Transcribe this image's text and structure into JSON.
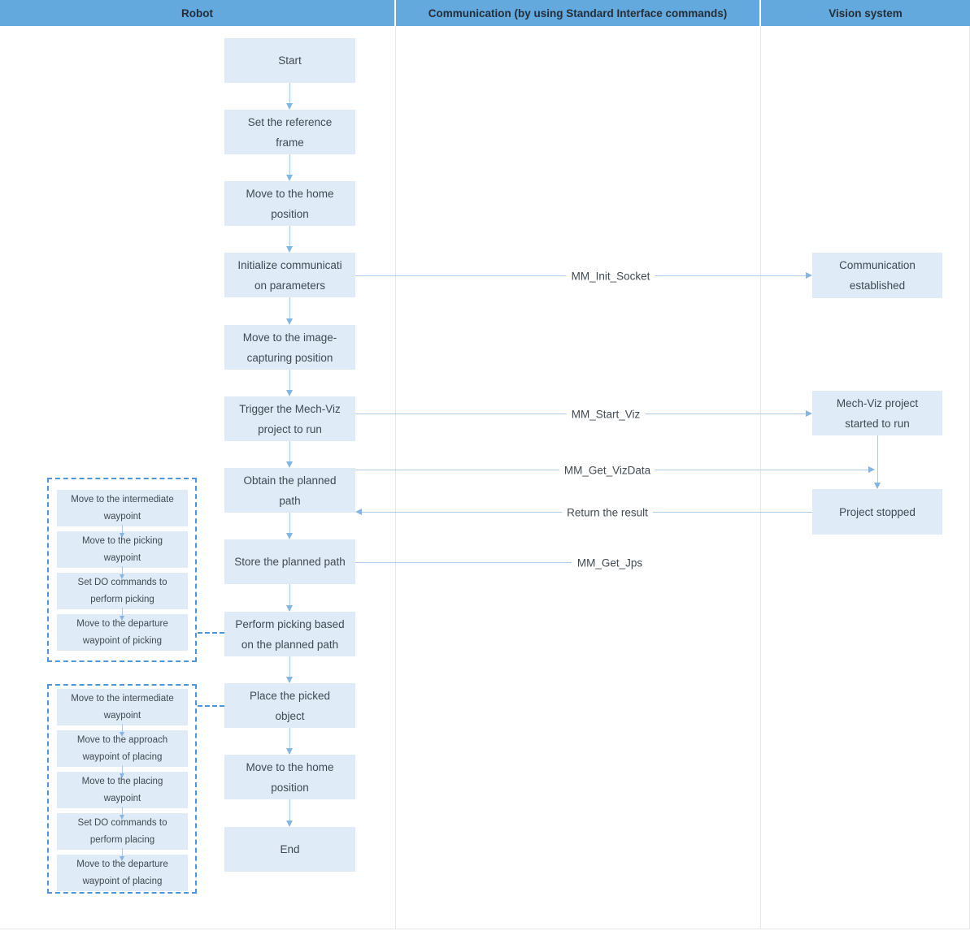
{
  "colors": {
    "header_bg": "#63A9DE",
    "header_text": "#252E38",
    "node_bg": "#DFEBF7",
    "node_text": "#404A52",
    "arrow": "#A9CBE8",
    "arrowhead": "#85B6E2",
    "dashed": "#4E96D6",
    "divider": "#E7E7E7"
  },
  "header": {
    "columns": [
      "Robot",
      "Communication (by using Standard Interface commands)",
      "Vision system"
    ]
  },
  "robot_flow": [
    {
      "lines": [
        "Start"
      ]
    },
    {
      "lines": [
        "Set the reference",
        "frame"
      ]
    },
    {
      "lines": [
        "Move to the home",
        "position"
      ]
    },
    {
      "lines": [
        "Initialize communicati",
        "on parameters"
      ]
    },
    {
      "lines": [
        "Move to the image-",
        "capturing position"
      ]
    },
    {
      "lines": [
        "Trigger the Mech-Viz",
        "project to run"
      ]
    },
    {
      "lines": [
        "Obtain the planned",
        "path"
      ]
    },
    {
      "lines": [
        "Store the planned path"
      ]
    },
    {
      "lines": [
        "Perform picking based",
        "on the planned path"
      ]
    },
    {
      "lines": [
        "Place the picked",
        "object"
      ]
    },
    {
      "lines": [
        "Move to the home",
        "position"
      ]
    },
    {
      "lines": [
        "End"
      ]
    }
  ],
  "vision_flow": [
    {
      "lines": [
        "Communication",
        "established"
      ]
    },
    {
      "lines": [
        "Mech-Viz project",
        "started to run"
      ]
    },
    {
      "lines": [
        "Project stopped"
      ]
    }
  ],
  "messages": {
    "init_socket": "MM_Init_Socket",
    "start_viz": "MM_Start_Viz",
    "get_vizdata": "MM_Get_VizData",
    "return_result": "Return the result",
    "get_jps": "MM_Get_Jps"
  },
  "picking_group": [
    {
      "lines": [
        "Move to the intermediate",
        "waypoint"
      ]
    },
    {
      "lines": [
        "Move to the picking",
        "waypoint"
      ]
    },
    {
      "lines": [
        "Set DO commands to",
        "perform picking"
      ]
    },
    {
      "lines": [
        "Move to the departure",
        "waypoint of picking"
      ]
    }
  ],
  "placing_group": [
    {
      "lines": [
        "Move to the intermediate",
        "waypoint"
      ]
    },
    {
      "lines": [
        "Move to the approach",
        "waypoint of placing"
      ]
    },
    {
      "lines": [
        "Move to the placing",
        "waypoint"
      ]
    },
    {
      "lines": [
        "Set DO commands to",
        "perform placing"
      ]
    },
    {
      "lines": [
        "Move to the departure",
        "waypoint of placing"
      ]
    }
  ]
}
